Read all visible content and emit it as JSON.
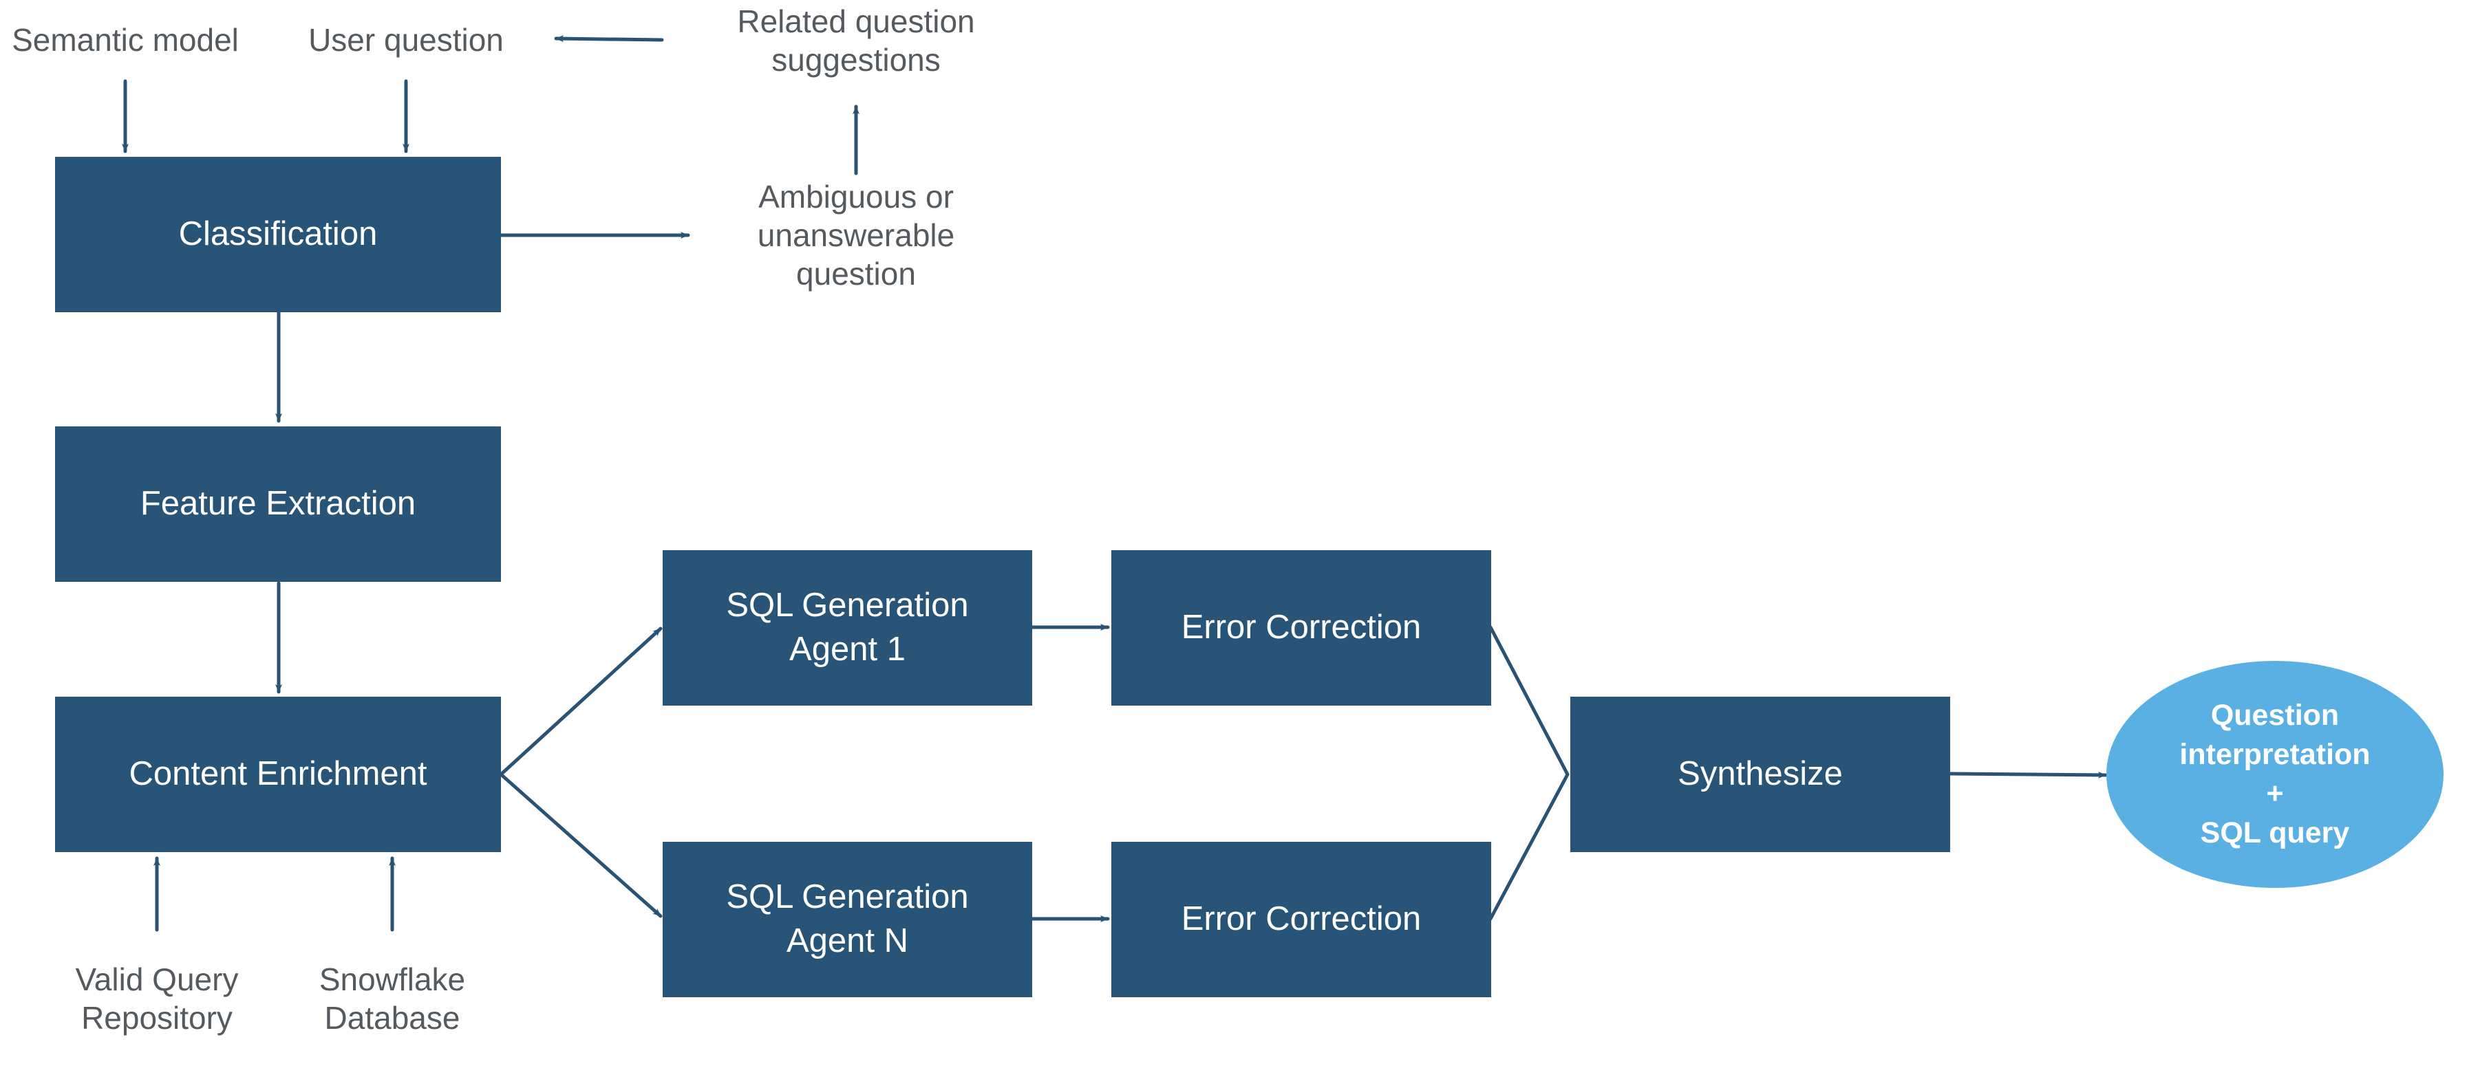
{
  "inputs": {
    "semantic_model": "Semantic model",
    "user_question": "User question",
    "related_suggestions": [
      "Related question",
      "suggestions"
    ],
    "ambiguous": [
      "Ambiguous or",
      "unanswerable",
      "question"
    ],
    "valid_query_repo": [
      "Valid Query",
      "Repository"
    ],
    "snowflake_db": [
      "Snowflake",
      "Database"
    ]
  },
  "steps": {
    "classification": "Classification",
    "feature_extraction": "Feature Extraction",
    "content_enrichment": "Content Enrichment",
    "sql_agent_1": [
      "SQL Generation",
      "Agent 1"
    ],
    "sql_agent_n": [
      "SQL Generation",
      "Agent N"
    ],
    "error_correction_1": "Error Correction",
    "error_correction_n": "Error Correction",
    "synthesize": "Synthesize"
  },
  "output": [
    "Question",
    "interpretation",
    "+",
    "SQL query"
  ],
  "colors": {
    "box": "#285478",
    "arrow": "#2a5275",
    "oval": "#5ab0e3",
    "label": "#555a5f"
  },
  "icons": {
    "error_correction": "refresh-cycle-icon"
  }
}
